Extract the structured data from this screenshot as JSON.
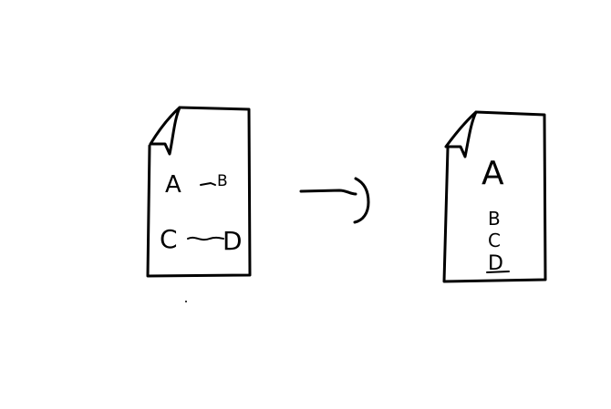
{
  "diagram": {
    "left_document": {
      "labels": [
        "A",
        "B",
        "C",
        "D"
      ]
    },
    "arrow": {
      "direction": "right"
    },
    "right_document": {
      "labels": [
        "A",
        "B",
        "C",
        "D"
      ]
    },
    "colors": {
      "ink": "#000000",
      "background": "#ffffff"
    }
  }
}
